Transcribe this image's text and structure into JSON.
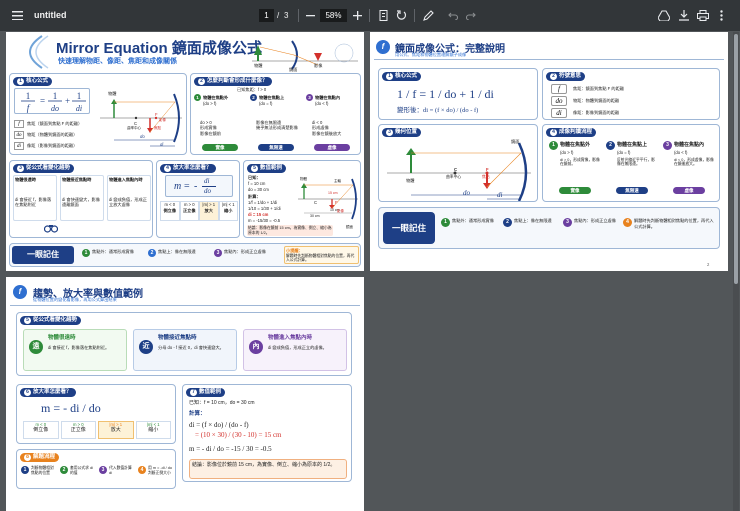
{
  "viewer": {
    "title": "untitled",
    "page_current": "1",
    "page_sep": "/",
    "page_total": "3",
    "zoom": "58%"
  },
  "icons": {
    "menu": "menu-icon",
    "zoom_out": "minus-icon",
    "zoom_in": "plus-icon",
    "fit": "fit-page-icon",
    "rotate": "rotate-icon",
    "annotate": "annotate-icon",
    "undo": "undo-icon",
    "redo": "redo-icon",
    "drive": "drive-icon",
    "download": "download-icon",
    "print": "print-icon",
    "more": "more-icon"
  },
  "colors": {
    "navy": "#1e3f86",
    "red": "#d3312c",
    "green": "#2e8b3a",
    "purple": "#6b3fa0",
    "orange": "#e8821e",
    "blue": "#2f6fd0"
  },
  "p1": {
    "title": "Mirror Equation 鏡面成像公式",
    "subtitle": "快速理解物距、像距、焦距和成像關係",
    "fig_labels": {
      "object": "物體",
      "mirror": "鏡面",
      "image": "影像"
    },
    "s1": {
      "num": "1",
      "title": "核心公式",
      "eq_f": "f",
      "eq_one": "1",
      "eq_do": "do",
      "eq_di": "di",
      "rows": [
        {
          "sym": "f",
          "text": "焦距（鏡面到焦點 F 的距離）"
        },
        {
          "sym": "do",
          "text": "物距（物體到鏡面的距離）"
        },
        {
          "sym": "di",
          "text": "像距（影像到鏡面的距離）"
        }
      ],
      "lbl_obj": "物體",
      "lbl_c": "C",
      "lbl_f": "F",
      "lbl_center": "曲率中心",
      "lbl_focus": "焦點",
      "lbl_image": "影像",
      "lbl_do": "do",
      "lbl_di": "di"
    },
    "s2": {
      "num": "2",
      "title": "怎麼判斷會形成什麼像？",
      "note": "已知焦距：f > 0",
      "cases": [
        {
          "num": "1",
          "title": "物體在焦點外",
          "sub": "(do > f)",
          "lines": [
            "do > 0",
            "形成實像",
            "影像在鏡前"
          ],
          "tag": "實像"
        },
        {
          "num": "2",
          "title": "物體在焦點上",
          "sub": "(do = f)",
          "lines": [
            "影像在無限遠",
            "幾乎無法形成清楚影像"
          ],
          "tag": "無限遠"
        },
        {
          "num": "3",
          "title": "物體在焦點內",
          "sub": "(do < f)",
          "lines": [
            "di < 0",
            "形成虛像",
            "影像在鏡後放大"
          ],
          "tag": "虛像"
        }
      ]
    },
    "s3": {
      "num": "3",
      "title": "從公式看變化趨勢",
      "cases": [
        {
          "title": "物體很遠時",
          "text": "di 會接近 f，影像落在焦點附近"
        },
        {
          "title": "物體接近焦點時",
          "text": "di 會快速變大，影像遠離鏡面"
        },
        {
          "title": "物體進入焦點內時",
          "text": "di 變成負值，形成正立放大虛像"
        }
      ]
    },
    "s4": {
      "num": "4",
      "title": "放大率怎麼看？",
      "m": "m",
      "eq": "=",
      "minus": "-",
      "di": "di",
      "do": "do",
      "table": [
        {
          "cond": "m < 0",
          "res": "倒立像"
        },
        {
          "cond": "m > 0",
          "res": "正立像"
        },
        {
          "cond": "|m| > 1",
          "res": "放大"
        },
        {
          "cond": "|m| < 1",
          "res": "縮小"
        }
      ]
    },
    "s5": {
      "num": "5",
      "title": "數值範例",
      "given": "已知：",
      "lines": [
        "f = 10 cm",
        "do = 30 cm"
      ],
      "calc": "計算：",
      "eq1": "1/f = 1/do + 1/di",
      "eq2": "1/10 = 1/30 + 1/di",
      "eq3": "di = 15 cm",
      "eq4": "m = -15/30 = -0.5",
      "conclusion": "結論：影像在鏡前 15 cm，為實像、倒立、縮小為原本的 1/2。",
      "axis": "主軸",
      "mirror": "鏡面",
      "f_mark": "F",
      "c_mark": "C",
      "d1": "10 cm",
      "d2": "30 cm",
      "d3": "15 cm",
      "obj": "物體",
      "img": "影像"
    },
    "memory": {
      "title": "一眼記住",
      "items": [
        {
          "num": "1",
          "text": "焦點外：通常形成實像"
        },
        {
          "num": "2",
          "text": "焦點上：像在無限遠"
        },
        {
          "num": "3",
          "text": "焦點內：形成正立虛像"
        }
      ],
      "tip_title": "小提醒：",
      "tip": "解題時先判斷物體相對焦點的位置，再代入公式計算。"
    }
  },
  "p2": {
    "title": "鏡面成像公式：完整說明",
    "subtitle": "用公式、焦距和物體位置理解鏡子成像",
    "s1": {
      "num": "1",
      "title": "核心公式",
      "formula": "1 / f = 1 / do + 1 / di",
      "variant_label": "變形後：",
      "variant": "di = (f × do) / (do - f)"
    },
    "s2": {
      "num": "2",
      "title": "符號意思",
      "rows": [
        {
          "sym": "f",
          "text": "焦距：鏡面到焦點 F 的距離"
        },
        {
          "sym": "do",
          "text": "物距：物體到鏡面的距離"
        },
        {
          "sym": "di",
          "text": "像距：影像到鏡面的距離"
        }
      ]
    },
    "s3": {
      "num": "3",
      "title": "幾何位置",
      "obj": "物體",
      "c": "C",
      "c_label": "曲率中心",
      "f": "F",
      "f_label": "焦點",
      "mirror": "鏡面",
      "do": "do",
      "di": "di"
    },
    "s4": {
      "num": "4",
      "title": "成像判讀流程",
      "cases": [
        {
          "num": "1",
          "title": "物體在焦點外",
          "sub": "(do > f)",
          "text": "di > 0，形成實像，影像在鏡前。",
          "tag": "實像"
        },
        {
          "num": "2",
          "title": "物體在焦點上",
          "sub": "(do = f)",
          "text": "反射光線近乎平行，影像在無限遠。",
          "tag": "無限遠"
        },
        {
          "num": "3",
          "title": "物體在焦點內",
          "sub": "(do < f)",
          "text": "di < 0，形成虛像，影像在鏡後放大。",
          "tag": "虛像"
        }
      ]
    },
    "memory": {
      "title": "一眼記住",
      "items": [
        {
          "num": "1",
          "text": "焦點外：通常形成實像"
        },
        {
          "num": "2",
          "text": "焦點上：像在無限遠"
        },
        {
          "num": "3",
          "text": "焦點內：形成正立虛像"
        },
        {
          "num": "4",
          "text": "解題時先判斷物體相對焦點的位置，再代入公式計算。"
        }
      ]
    },
    "page_no": "2"
  },
  "p3": {
    "title": "趨勢、放大率與數值範例",
    "subtitle": "從物體位置的變化看影像，再用公式算出結果",
    "s5": {
      "num": "5",
      "title": "從公式看變化趨勢",
      "cards": [
        {
          "badge": "遠",
          "title": "物體很遠時",
          "text": "di 會接近 f，影像落在焦點附近。"
        },
        {
          "badge": "近",
          "title": "物體接近焦點時",
          "text": "分母 do - f 接近 0，di 會快速變大。"
        },
        {
          "badge": "內",
          "title": "物體進入焦點內時",
          "text": "di 變成負值，形成正立的虛像。"
        }
      ]
    },
    "s6": {
      "num": "6",
      "title": "放大率怎麼看？",
      "formula": "m = - di / do",
      "table": [
        {
          "cond": "m < 0",
          "res": "倒立像"
        },
        {
          "cond": "m > 0",
          "res": "正立像"
        },
        {
          "cond": "|m| > 1",
          "res": "放大"
        },
        {
          "cond": "|m| < 1",
          "res": "縮小"
        }
      ]
    },
    "s7": {
      "num": "7",
      "title": "數值範例",
      "given": "已知：f = 10 cm，do = 30 cm",
      "calc": "計算：",
      "eq1": "di = (f × do) / (do - f)",
      "eq2": "= (10 × 30) / (30 - 10) = 15 cm",
      "eq3": "m = - di / do = -15 / 30 = -0.5",
      "conclusion": "結論：影像位於鏡前 15 cm，為實像、倒立、縮小為原本的 1/2。"
    },
    "s8": {
      "num": "8",
      "title": "解題流程",
      "steps": [
        {
          "num": "1",
          "text": "判斷物體相對焦點的位置"
        },
        {
          "num": "2",
          "text": "套用公式求 di 的值"
        },
        {
          "num": "3",
          "text": "代入數值計算 di"
        },
        {
          "num": "4",
          "text": "用 m = -di / do 判斷正倒大小"
        }
      ]
    }
  }
}
